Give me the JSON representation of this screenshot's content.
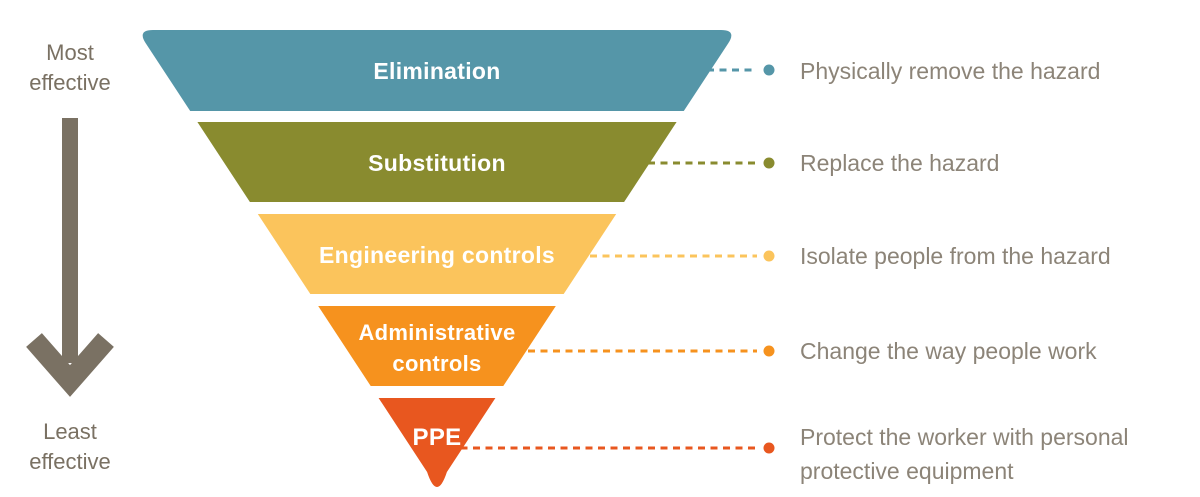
{
  "diagram": {
    "type": "hierarchy-of-controls-funnel",
    "scale": {
      "most": "Most effective",
      "least": "Least effective",
      "arrow_color": "#7a7163"
    },
    "text_color": "#8c8478",
    "levels": [
      {
        "name": "Elimination",
        "color": "#5596a8",
        "description": "Physically remove the hazard"
      },
      {
        "name": "Substitution",
        "color": "#898b2f",
        "description": "Replace the hazard"
      },
      {
        "name": "Engineering controls",
        "color": "#fbc45c",
        "description": "Isolate people from the hazard"
      },
      {
        "name": "Administrative controls",
        "color": "#f6921e",
        "description": "Change the way people work"
      },
      {
        "name": "PPE",
        "color": "#e8571f",
        "description": "Protect the worker with personal protective equipment"
      }
    ]
  }
}
